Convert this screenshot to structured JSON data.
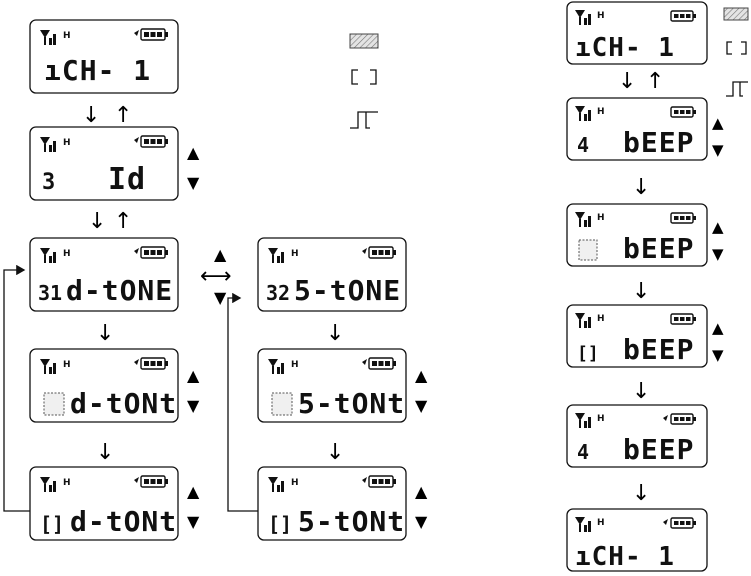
{
  "legend": {
    "items": [
      {
        "id": "hatched",
        "icon": "hatched-rect-icon"
      },
      {
        "id": "brackets",
        "icon": "bracket-pair-icon"
      },
      {
        "id": "step",
        "icon": "step-wave-icon"
      }
    ]
  },
  "displays": {
    "ch1": {
      "prefix": "",
      "text": "ıCH-   1"
    },
    "id": {
      "prefix": "3",
      "text": "Id"
    },
    "idtone": {
      "prefix": "31",
      "text": "d-tONE"
    },
    "idtont_sq": {
      "prefix": "",
      "text": "d-tONt"
    },
    "idtont_br": {
      "prefix": "[]",
      "text": "d-tONt"
    },
    "stone": {
      "prefix": "32",
      "text": "5-tONE"
    },
    "stont_sq": {
      "prefix": "",
      "text": "5-tONt"
    },
    "stont_br": {
      "prefix": "[]",
      "text": "5-tONt"
    },
    "ch1_right": {
      "prefix": "",
      "text": "ıCH-   1"
    },
    "beep4": {
      "prefix": "4",
      "text": "bEEP"
    },
    "beep_sq": {
      "prefix": "",
      "text": "bEEP"
    },
    "beep_br": {
      "prefix": "[]",
      "text": "bEEP"
    },
    "beep4b": {
      "prefix": "4",
      "text": "bEEP"
    },
    "ch1_end": {
      "prefix": "",
      "text": "ıCH-   1"
    }
  },
  "arrows": {
    "up": "▲",
    "down": "▼",
    "flow_down": "↓",
    "flow_up": "↑",
    "swap": "⟷"
  },
  "status": {
    "hmark": "H"
  }
}
